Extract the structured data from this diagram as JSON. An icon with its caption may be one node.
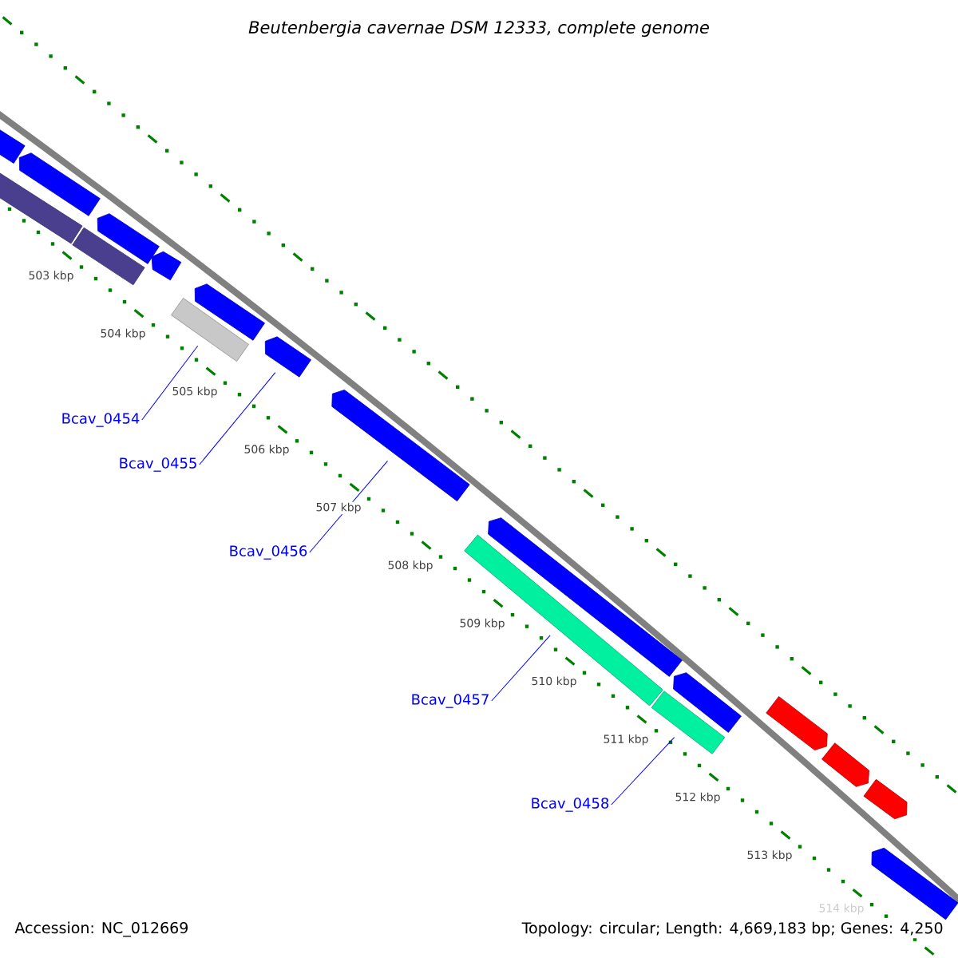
{
  "diagram": {
    "title": "Beutenbergia cavernae DSM 12333, complete genome",
    "nodes": [
      {
        "text": [
          "Bcav_0454"
        ]
      },
      {
        "text": [
          "Bcav_0455"
        ]
      },
      {
        "text": [
          "Bcav_0456"
        ]
      },
      {
        "text": [
          "Bcav_0457"
        ]
      },
      {
        "text": [
          "Bcav_0458"
        ]
      },
      {
        "text": [],
        "shape": "bar"
      },
      {
        "text": [],
        "shape": "arrow"
      },
      {
        "text": [],
        "shape": "arrow"
      },
      {
        "text": [],
        "shape": "bar"
      },
      {
        "text": [],
        "shape": "arrow"
      },
      {
        "text": [],
        "shape": "arrow"
      },
      {
        "text": [],
        "shape": "bar"
      },
      {
        "text": [],
        "shape": "arrow"
      },
      {
        "text": [],
        "shape": "arrow"
      },
      {
        "text": [],
        "shape": "arrow"
      },
      {
        "text": [],
        "shape": "bar"
      },
      {
        "text": [],
        "shape": "arrow"
      },
      {
        "text": [],
        "shape": "bar"
      },
      {
        "text": [],
        "shape": "arrow"
      },
      {
        "text": [],
        "shape": "arrow"
      },
      {
        "text": [],
        "shape": "arrow"
      },
      {
        "text": [],
        "shape": "arrow"
      },
      {
        "text": [],
        "shape": "arrow"
      }
    ],
    "edges": [
      {
        "from": 0,
        "to": 11,
        "arrow": "none"
      },
      {
        "from": 1,
        "to": 13,
        "arrow": "none"
      },
      {
        "from": 2,
        "to": 14,
        "arrow": "none"
      },
      {
        "from": 3,
        "to": 15,
        "arrow": "none"
      },
      {
        "from": 4,
        "to": 17,
        "arrow": "none"
      }
    ],
    "labels": [
      "503 kbp",
      "504 kbp",
      "505 kbp",
      "506 kbp",
      "507 kbp",
      "508 kbp",
      "509 kbp",
      "510 kbp",
      "511 kbp",
      "512 kbp",
      "513 kbp",
      "514 kbp",
      "Accession: NC_012669",
      "Topology: circular; Length: 4,669,183 bp; Genes: 4,250"
    ]
  }
}
